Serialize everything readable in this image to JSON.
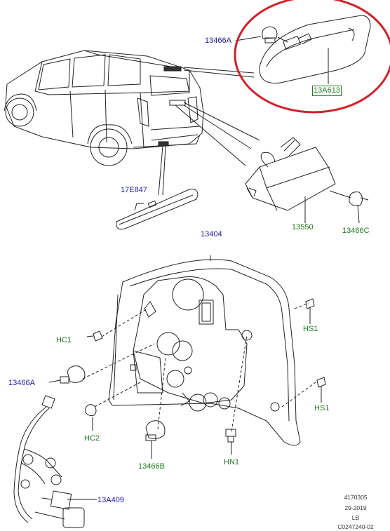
{
  "colors": {
    "blue_label": "#1a1aa8",
    "green_label": "#1f7a1f",
    "highlight": "#d42027"
  },
  "labels": {
    "p13466a_top": "13466A",
    "p13a613": "13A613",
    "p17e847": "17E847",
    "p13550": "13550",
    "p13466c": "13466C",
    "p13404": "13404",
    "hc1": "HC1",
    "hs1_top": "HS1",
    "p13466a_left": "13466A",
    "hs1_bottom": "HS1",
    "hc2": "HC2",
    "p13466b": "13466B",
    "hn1": "HN1",
    "p13a409": "13A409"
  },
  "footer": {
    "ref": "4170305",
    "date": "29-2019",
    "code": "LB",
    "drawing": "C0247240-02"
  }
}
